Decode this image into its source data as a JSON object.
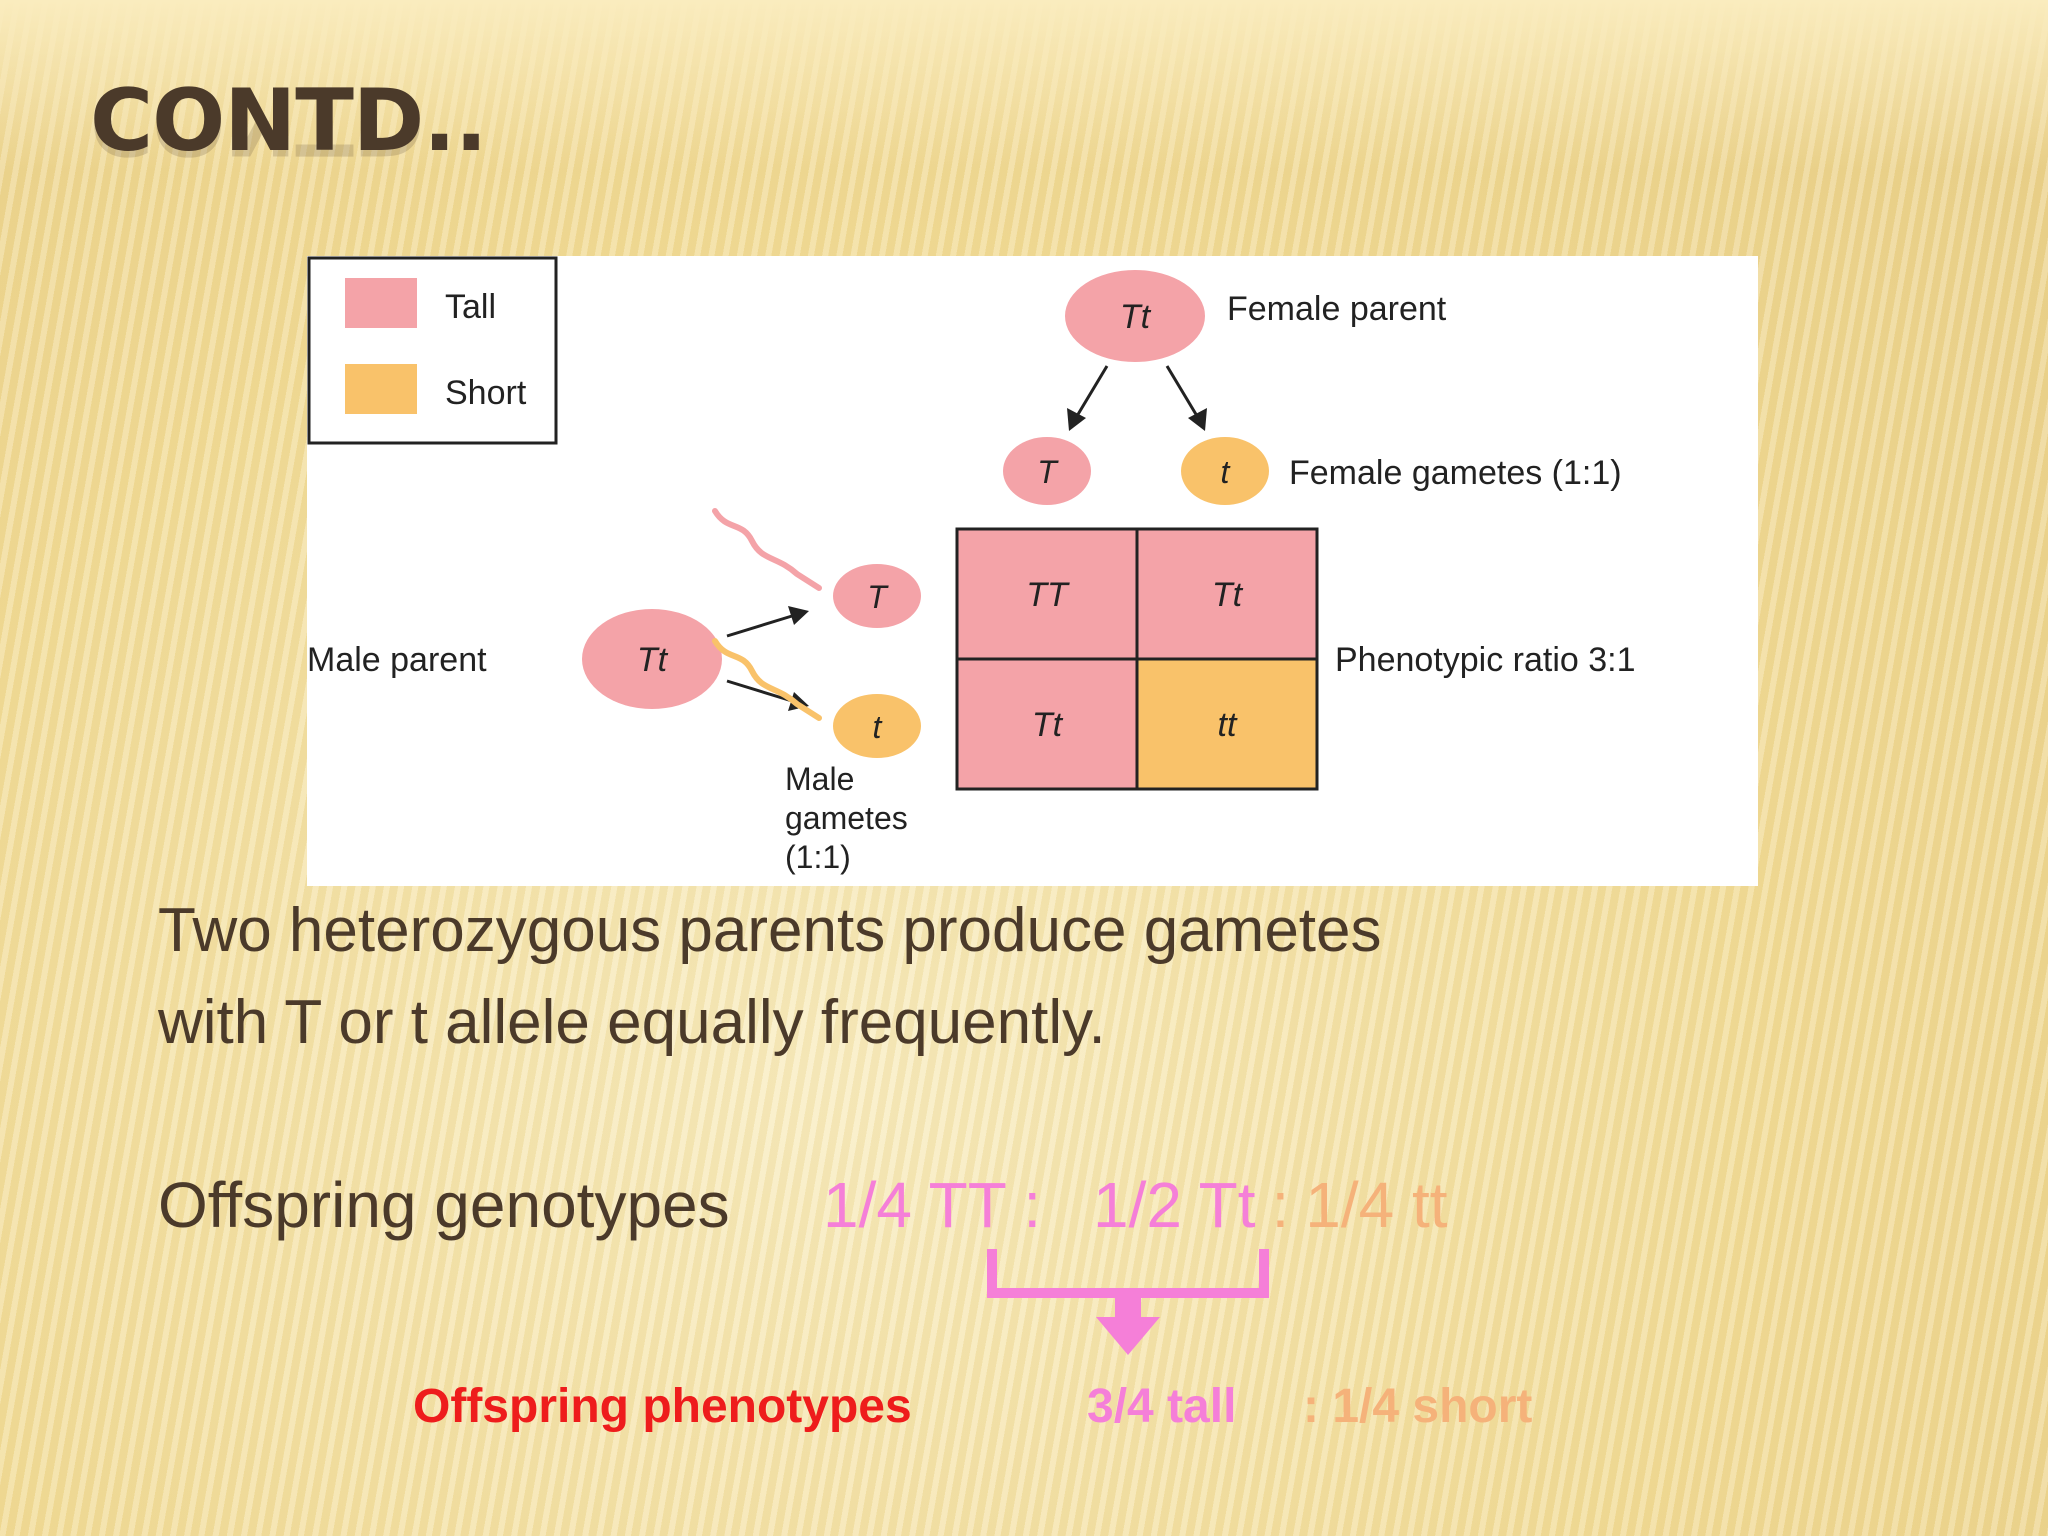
{
  "slide": {
    "title": "CONTD..",
    "body_line1": "Two heterozygous parents produce gametes",
    "body_line2": "with T or t allele equally frequently."
  },
  "figure": {
    "legend": {
      "tall": "Tall",
      "short": "Short"
    },
    "female_parent": {
      "genotype": "Tt",
      "label": "Female parent"
    },
    "female_gametes": {
      "g1": "T",
      "g2": "t",
      "label": "Female gametes (1:1)"
    },
    "male_parent": {
      "genotype": "Tt",
      "label": "Male parent"
    },
    "male_gametes": {
      "g1": "T",
      "g2": "t",
      "label_line1": "Male",
      "label_line2": "gametes",
      "label_line3": "(1:1)"
    },
    "punnett": {
      "c11": "TT",
      "c12": "Tt",
      "c21": "Tt",
      "c22": "tt"
    },
    "ratio_label": "Phenotypic ratio 3:1",
    "colors": {
      "tall": "#f4a3a8",
      "short": "#f9c26a"
    }
  },
  "genotypes": {
    "label": "Offspring genotypes",
    "tt_dom": "1/4 TT :",
    "tt_het": "1/2 Tt",
    "sep": ":",
    "tt_rec": "1/4 tt"
  },
  "phenotypes": {
    "label": "Offspring phenotypes",
    "tall": "3/4 tall",
    "short": ": 1/4 short"
  },
  "colors": {
    "title": "#4b3a2a",
    "pink": "#f57fd8",
    "orange": "#f5b27a",
    "red": "#ee1c1c"
  }
}
